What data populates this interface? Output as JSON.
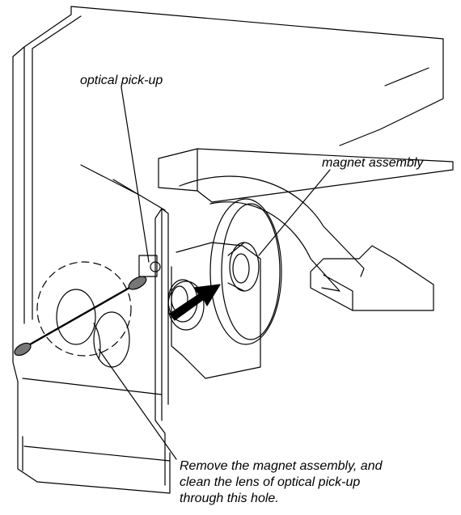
{
  "labels": {
    "optical_pickup": "optical pick-up",
    "magnet_assembly": "magnet assembly",
    "instruction": [
      "Remove the magnet assembly, and",
      "clean the lens of optical pick-up",
      "through this hole."
    ]
  },
  "colors": {
    "line": "#000000",
    "background": "#ffffff",
    "swab_tip": "#777777"
  }
}
